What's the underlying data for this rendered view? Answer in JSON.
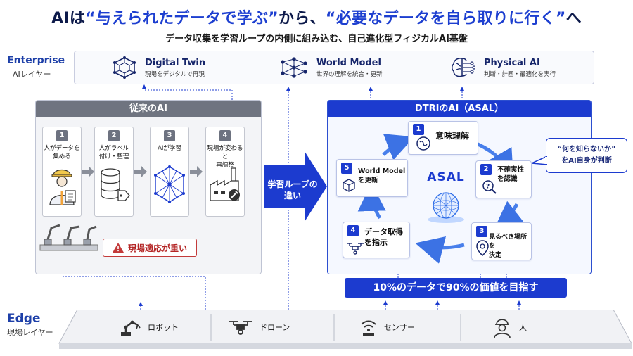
{
  "header": {
    "title_parts": [
      "AIは",
      "“与えられたデータで学ぶ”",
      "から、",
      "“必要なデータを自ら取りに行く”",
      "へ"
    ],
    "subtitle": "データ収集を学習ループの内側に組み込む、自己進化型フィジカルAI基盤"
  },
  "enterprise": {
    "title": "Enterprise",
    "subtitle": "AIレイヤー",
    "items": [
      {
        "name": "Digital Twin",
        "desc": "現場をデジタルで再現",
        "icon": "hexagon-network-icon"
      },
      {
        "name": "World Model",
        "desc": "世界の理解を統合・更新",
        "icon": "neural-network-icon"
      },
      {
        "name": "Physical AI",
        "desc": "判断・計画・最適化を実行",
        "icon": "brain-circuit-icon"
      }
    ]
  },
  "traditional": {
    "header": "従来のAI",
    "steps": [
      {
        "num": "1",
        "text": [
          "人がデータを",
          "集める"
        ],
        "icon": "worker-clipboard-icon"
      },
      {
        "num": "2",
        "text": [
          "人がラベル",
          "付け・整理"
        ],
        "icon": "database-tag-icon"
      },
      {
        "num": "3",
        "text": [
          "AIが学習",
          ""
        ],
        "icon": "network-cube-icon"
      },
      {
        "num": "4",
        "text": [
          "現場が変わると",
          "再調整"
        ],
        "icon": "factory-wrench-icon"
      }
    ],
    "warning": "現場適応が重い"
  },
  "loop_arrow": [
    "学習ループの",
    "違い"
  ],
  "asal": {
    "header": "DTRIのAI（ASAL）",
    "center": "ASAL",
    "steps": [
      {
        "num": "1",
        "text": [
          "意味理解"
        ],
        "icon": "brain-icon"
      },
      {
        "num": "2",
        "text": [
          "不確実性",
          "を認識"
        ],
        "icon": "question-search-icon"
      },
      {
        "num": "3",
        "text": [
          "見るべき場所を",
          "決定"
        ],
        "icon": "location-pin-icon"
      },
      {
        "num": "4",
        "text": [
          "データ取得",
          "を指示"
        ],
        "icon": "drone-icon"
      },
      {
        "num": "5",
        "text": [
          "World Model",
          "を更新"
        ],
        "icon": "cube-refresh-icon"
      }
    ],
    "bubble": [
      "“何を知らないか”",
      "をAI自身が判断"
    ],
    "goal": "10%のデータで90%の価値を目指す"
  },
  "edge": {
    "title": "Edge",
    "subtitle": "現場レイヤー",
    "items": [
      {
        "name": "ロボット",
        "icon": "robot-arm-icon"
      },
      {
        "name": "ドローン",
        "icon": "drone-icon"
      },
      {
        "name": "センサー",
        "icon": "wifi-sensor-icon"
      },
      {
        "name": "人",
        "icon": "worker-helmet-icon"
      }
    ]
  },
  "colors": {
    "accent": "#1c3bcf",
    "navy": "#0d1a4a",
    "gray_header": "#6f7480",
    "warning": "#c33a3a"
  }
}
